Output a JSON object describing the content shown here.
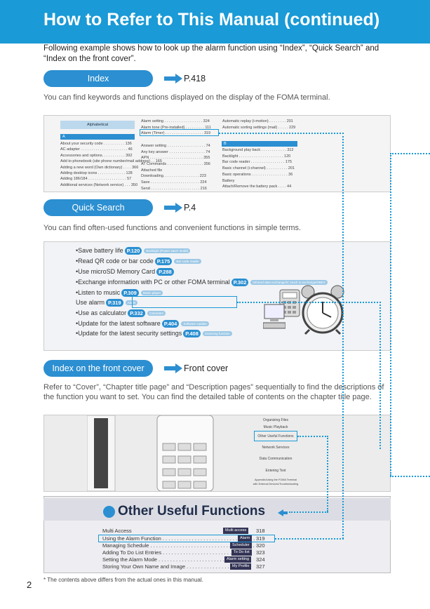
{
  "header": {
    "title": "How to Refer to This Manual (continued)"
  },
  "intro": "Following example shows how to look up the alarm function using “Index”, “Quick Search” and “Index on the front cover”.",
  "sections": {
    "index": {
      "label": "Index",
      "ref": "P.418",
      "desc": "You can find keywords and functions displayed on the display of the FOMA terminal."
    },
    "quick": {
      "label": "Quick Search",
      "ref": "P.4",
      "desc": "You can find often-used functions and convenient functions in simple terms."
    },
    "cover": {
      "label": "Index on the front cover",
      "ref": "Front cover",
      "desc": "Refer to “Cover”, “Chapter title page” and “Description pages” sequentially to find the descriptions of the function you want to set. You can find the detailed table of contents on the chapter title page."
    }
  },
  "index_panel": {
    "alphabetical": "Alphabetical",
    "letter_a": "A",
    "letter_b": "B",
    "col1": [
      "About your security code . . . . . . . . . . 136",
      "AC adapter . . . . . . . . . . . . . . . . . . . . . . 46",
      "Accessories and options. . . . . . . . . . . 392",
      "Add to phonebook (site phone number/mail address) . . 165",
      "Adding a new word (Own dictionary) . . . . 366",
      "Adding desktop icons . . . . . . . . . . . . . 128",
      "Adding 186/184 . . . . . . . . . . . . . . . . . . 57",
      "Additional services (Network service) . . . 350"
    ],
    "col2": [
      "Alarm setting . . . . . . . . . . . . . . . . . . 324",
      "Alarm tone (Pre-installed) . . . . . . . . . 111",
      "Alarm (Timer) . . . . . . . . . . . . . . . . . . 319",
      "",
      "Answer setting . . . . . . . . . . . . . . . . . . 74",
      "Any key answer . . . . . . . . . . . . . . . . . 74",
      "APN . . . . . . . . . . . . . . . . . . . . . . . . . 355",
      "AT Commands . . . . . . . . . . . . . . . . . 356",
      "Attached file",
      "  Downloading. . . . . . . . . . . . . . . . . 223",
      "  Save . . . . . . . . . . . . . . . . . . . . . . . 224",
      "  Send . . . . . . . . . . . . . . . . . . . . . . . 216"
    ],
    "col3_top": [
      "Automatic replay (i-motion) . . . . . . . . 201",
      "Automatic sorting settings (mail) . . . . . 229"
    ],
    "col3": [
      "Background play back . . . . . . . . . . . . 312",
      "Backlight . . . . . . . . . . . . . . . . . . . . . 120",
      "Bar code reader . . . . . . . . . . . . . . . . 175",
      "Basic channel (i-channel) . . . . . . . . . . 201",
      "Basic operations . . . . . . . . . . . . . . . . . 36",
      "Battery",
      "  Attach/Remove the battery pack . . . . 44"
    ]
  },
  "quick_panel": {
    "items": [
      {
        "text": "•Save battery life",
        "page": "P.120",
        "tag": "Backlight (Power saver mode)"
      },
      {
        "text": "•Read QR code or bar code",
        "page": "P.175",
        "tag": "Bar code reader"
      },
      {
        "text": "•Use microSD Memory Card",
        "page": "P.288",
        "tag": ""
      },
      {
        "text": "•Exchange information with PC or other FOMA terminal",
        "page": "P.302",
        "tag": "Infrared data exchange/iC touch to exchange/OBEX"
      },
      {
        "text": "•Listen to music",
        "page": "P.309",
        "tag": "Music player"
      },
      {
        "text": "Use alarm",
        "page": "P.319",
        "tag": "Alarm"
      },
      {
        "text": "•Use as calculator",
        "page": "P.332",
        "tag": "Calculator"
      },
      {
        "text": "•Update for the latest software",
        "page": "P.404",
        "tag": "Software Update"
      },
      {
        "text": "•Update for the latest security settings",
        "page": "P.408",
        "tag": "Scanning function"
      }
    ]
  },
  "cover_panel": {
    "tabs": [
      "Organizing Files",
      "Music Playback",
      "Other Useful Functions",
      "Network Services",
      "Data Communication",
      "Entering Text",
      "Appendix/Using the FOMA Terminal with External Devices/Troubleshooting"
    ]
  },
  "chapter": {
    "title": "Other Useful Functions",
    "rows": [
      {
        "text": "Multi Access",
        "badge": "Multi access",
        "page": "318"
      },
      {
        "text": "Using the Alarm Function . . . . . . . . . . . . . . . . . . . . . . . . . . . . . . . .",
        "badge": "Alarm",
        "page": "319"
      },
      {
        "text": "Managing Schedule . . . . . . . . . . . . . . . . . . . . . . . . . . . . . . . . . . . .",
        "badge": "Scheduler",
        "page": "320"
      },
      {
        "text": "Adding To Do List Entries . . . . . . . . . . . . . . . . . . . . . . . . . . . . . .",
        "badge": "To Do list",
        "page": "323"
      },
      {
        "text": "Setting the Alarm Mode . . . . . . . . . . . . . . . . . . . . . . . . . . . . . . . .",
        "badge": "Alarm setting",
        "page": "324"
      },
      {
        "text": "Storing Your Own Name and Image . . . . . . . . . . . . . . . . . . . . . .",
        "badge": "My Profile",
        "page": "327"
      }
    ]
  },
  "footnote": "* The contents above differs from the actual ones in this manual.",
  "page_number": "2",
  "colors": {
    "accent": "#1a9ad6",
    "pill": "#2b8fd1"
  }
}
